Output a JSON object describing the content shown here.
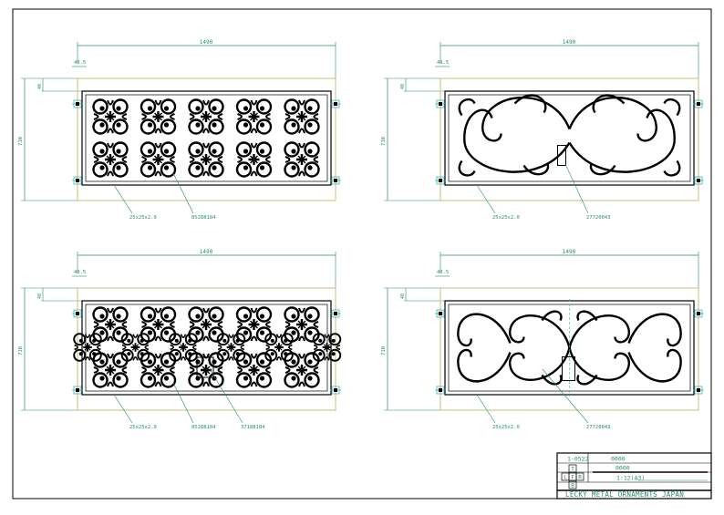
{
  "drawing": {
    "panels": [
      {
        "id": "top-left",
        "pattern": "quatrefoil-grid",
        "width_label": "1490",
        "height_label": "710",
        "offset_label": "40.5",
        "gap_label": "40",
        "frame_callout": "25x25x2.0",
        "part_callouts": [
          "85288184"
        ]
      },
      {
        "id": "top-right",
        "pattern": "single-scroll",
        "width_label": "1490",
        "height_label": "710",
        "offset_label": "40.5",
        "gap_label": "40",
        "frame_callout": "25x25x2.0",
        "part_callouts": [
          "27720043"
        ]
      },
      {
        "id": "bottom-left",
        "pattern": "quatrefoil-dense",
        "width_label": "1490",
        "height_label": "710",
        "offset_label": "40.5",
        "gap_label": "40",
        "frame_callout": "25x25x2.0",
        "part_callouts": [
          "85288184",
          "37188184"
        ]
      },
      {
        "id": "bottom-right",
        "pattern": "double-scroll",
        "width_label": "1490",
        "height_label": "710",
        "offset_label": "40.5",
        "gap_label": "40",
        "frame_callout": "25x25x2.0",
        "part_callouts": [
          "27720043"
        ]
      }
    ],
    "title_block": {
      "drawing_no": "1-0522",
      "field_a": "0000",
      "field_b": "0000",
      "scale": "1:12(A3)",
      "company": "LECKY METAL ORNAMENTS JAPAN",
      "logo_letters": [
        "T",
        "L",
        "F",
        "R",
        "B"
      ]
    },
    "colors": {
      "line": "#000000",
      "dimension": "#2a8a6e",
      "wall": "#c9bf7a",
      "anchor": "#3fb7b7"
    }
  }
}
